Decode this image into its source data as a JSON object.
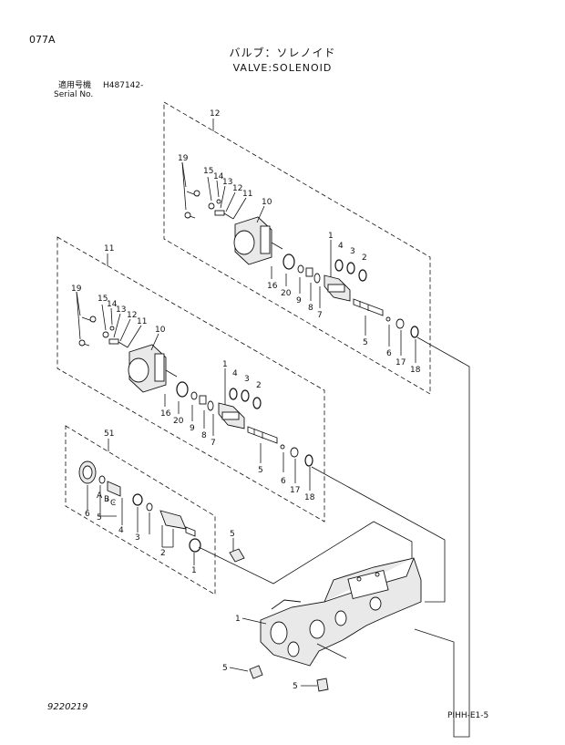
{
  "header": {
    "page_code": "077A",
    "title_jp": "バルブ：ソレノイド",
    "title_en": "VALVE:SOLENOID",
    "serial_label_jp": "適用号機",
    "serial_number": "H487142-",
    "serial_label_en": "Serial No."
  },
  "footer": {
    "doc_id": "9220219",
    "page_ref": "PIHH-E1-5"
  },
  "callouts": {
    "group_top": [
      "12",
      "19",
      "15",
      "14",
      "13",
      "12",
      "11",
      "10",
      "1",
      "4",
      "3",
      "2",
      "16",
      "20",
      "9",
      "8",
      "7",
      "5",
      "6",
      "17",
      "18"
    ],
    "group_mid": [
      "11",
      "19",
      "15",
      "14",
      "13",
      "12",
      "11",
      "10",
      "1",
      "4",
      "3",
      "2",
      "16",
      "20",
      "9",
      "8",
      "7",
      "5",
      "6",
      "17",
      "18"
    ],
    "group_bottom": [
      "51",
      "A",
      "B",
      "C",
      "6",
      "5",
      "4",
      "3",
      "2",
      "1"
    ],
    "body": [
      "5",
      "1",
      "5",
      "5"
    ]
  }
}
